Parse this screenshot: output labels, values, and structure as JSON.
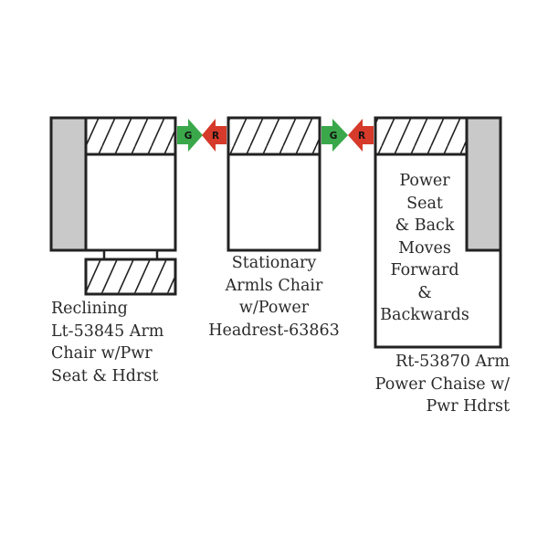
{
  "modules": {
    "left": {
      "lines": [
        "Reclining",
        "Lt-53845 Arm",
        "Chair w/Pwr",
        "Seat & Hdrst"
      ]
    },
    "middle": {
      "lines": [
        "Stationary",
        "Armls Chair",
        "w/Power",
        "Headrest-63863"
      ]
    },
    "right": {
      "lines": [
        "Rt-53870 Arm",
        "Power Chaise w/",
        "Pwr Hdrst"
      ],
      "inside_lines": [
        "Power",
        "Seat",
        "& Back",
        "Moves",
        "Forward",
        "&",
        "Backwards"
      ]
    }
  },
  "connectors": [
    {
      "green_letter": "G",
      "red_letter": "R"
    },
    {
      "green_letter": "G",
      "red_letter": "R"
    }
  ],
  "colors": {
    "outline": "#222222",
    "arm_fill": "#c9c9c9",
    "green": "#3aa84a",
    "red": "#d63a2a"
  }
}
